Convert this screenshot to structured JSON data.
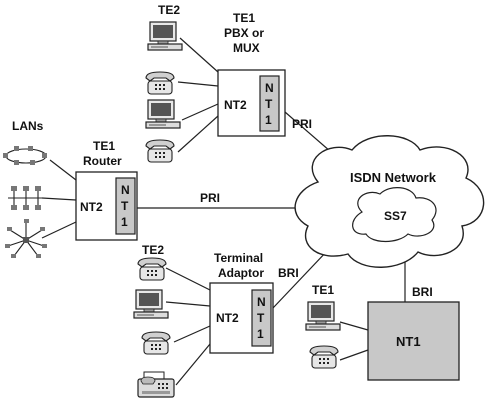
{
  "pbx": {
    "te2_label": "TE2",
    "te1_label": "TE1",
    "type_line1": "PBX or",
    "type_line2": "MUX",
    "nt2_label": "NT2",
    "nt1_letters": [
      "N",
      "T",
      "1"
    ],
    "link_label": "PRI"
  },
  "router": {
    "lans_label": "LANs",
    "te1_label": "TE1",
    "type_label": "Router",
    "nt2_label": "NT2",
    "nt1_letters": [
      "N",
      "T",
      "1"
    ],
    "link_label": "PRI"
  },
  "network": {
    "title": "ISDN Network",
    "ss7_label": "SS7"
  },
  "adaptor": {
    "te2_label": "TE2",
    "type_line1": "Terminal",
    "type_line2": "Adaptor",
    "nt2_label": "NT2",
    "nt1_letters": [
      "N",
      "T",
      "1"
    ],
    "link_label": "BRI"
  },
  "direct": {
    "te1_label": "TE1",
    "link_label": "BRI",
    "nt1_label": "NT1"
  },
  "colors": {
    "nt1_fill": "#c8c8c8",
    "line": "#222222"
  }
}
